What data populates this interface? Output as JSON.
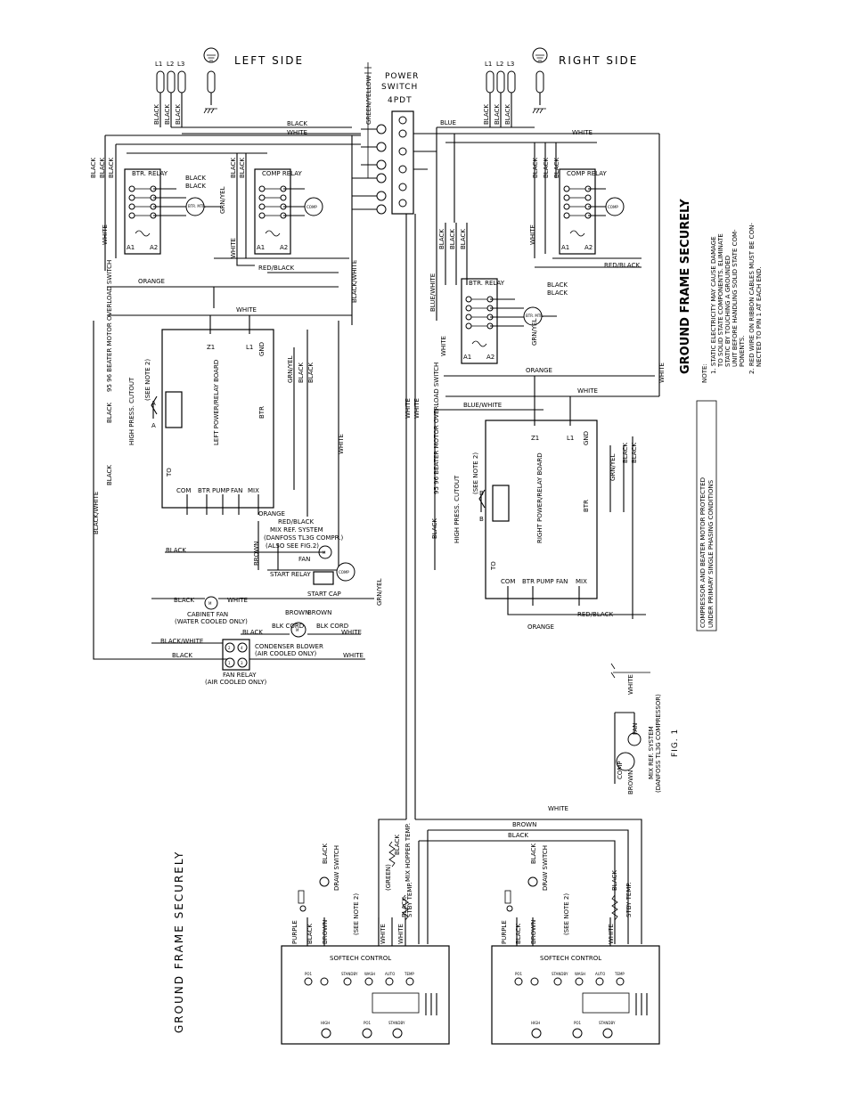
{
  "sides": {
    "left": "LEFT SIDE",
    "right": "RIGHT SIDE"
  },
  "lines": {
    "l1": "L1",
    "l2": "L2",
    "l3": "L3"
  },
  "power_switch": {
    "line1": "POWER",
    "line2": "SWITCH",
    "line3": "4PDT"
  },
  "wires": {
    "black": "BLACK",
    "white": "WHITE",
    "orange": "ORANGE",
    "blue": "BLUE",
    "red_black": "RED/BLACK",
    "black_white": "BLACK/WHITE",
    "blue_white": "BLUE/WHITE",
    "green_yellow": "GREEN/YELLOW",
    "grn_yel": "GRN/YEL",
    "brown": "BROWN",
    "purple": "PURPLE"
  },
  "relays": {
    "btr": "BTR. RELAY",
    "comp": "COMP RELAY",
    "a1": "A1",
    "a2": "A2"
  },
  "motors": {
    "btr_mtr": "BTR. MTR.",
    "comp": "COMP",
    "m": "M"
  },
  "boards": {
    "left": "LEFT POWER/RELAY BOARD",
    "right": "RIGHT POWER/RELAY BOARD",
    "terminals": [
      "COM",
      "BTR",
      "PUMP",
      "FAN",
      "MIX"
    ],
    "z1": "Z1",
    "l1": "L1",
    "gnd": "GND",
    "btr": "BTR",
    "to": "TO"
  },
  "protection": {
    "overload_left": "95 96 BEATER MOTOR OVERLOAD SWITCH",
    "overload_right": "95 96 BEATER MOTOR OVERLOAD SWITCH",
    "see_note2": "(SEE NOTE 2)",
    "high_press": "HIGH PRESS. CUTOUT",
    "a": "A",
    "b": "B"
  },
  "mix_system": {
    "line1": "MIX REF. SYSTEM",
    "line2": "(DANFOSS TL3G COMPR.)",
    "line3": "(ALSO SEE FIG.2)",
    "fan": "FAN",
    "start_relay": "START RELAY",
    "start_cap": "START CAP"
  },
  "cabinet_fan": {
    "label": "CABINET FAN",
    "sub": "(WATER COOLED ONLY)"
  },
  "condenser": {
    "label": "CONDENSER BLOWER",
    "sub": "(AIR COOLED ONLY)",
    "blk_cord": "BLK CORD"
  },
  "fan_relay": {
    "label": "FAN RELAY",
    "sub": "(AIR COOLED ONLY)",
    "pins": [
      "2",
      "4",
      "1",
      "3"
    ]
  },
  "control": {
    "title": "SOFTECH CONTROL",
    "switch_top": [
      "PO1",
      "STANDBY",
      "WASH",
      "AUTO",
      "TEMP"
    ],
    "knob_bottom": [
      "HIGH",
      "PO1",
      "STANDBY"
    ]
  },
  "sensors": {
    "draw_switch": "DRAW SWITCH",
    "mix_hopper_temp": "MIX HOPPER TEMP.",
    "stby_temp": "STBY TEMP.",
    "green_val": "(GREEN)"
  },
  "ground_frame": "GROUND FRAME SECURELY",
  "phasing_notice": {
    "line1": "COMPRESSOR AND BEATER MOTOR PROTECTED",
    "line2": "UNDER PRIMARY SINGLE PHASING CONDITIONS"
  },
  "notes": {
    "heading": "NOTE:",
    "n1a": "1.  STATIC ELECTRICITY MAY CAUSE DAMAGE",
    "n1b": "TO SOLID STATE COMPONENTS.  ELIMINATE",
    "n1c": "STATIC BY TOUCHING A GROUNDED",
    "n1d": "UNIT BEFORE HANDLING SOLID STATE COM-",
    "n1e": "PONENTS.",
    "n2a": "2.  RED WIRE ON RIBBON CABLES MUST BE CON-",
    "n2b": "NECTED TO PIN 1 AT EACH END."
  },
  "fig1": {
    "label": "FIG. 1",
    "l1": "MIX REF. SYSTEM",
    "l2": "(DANFOSS TL3G COMPRESSOR)",
    "comp": "COMP",
    "fan": "FAN",
    "white": "WHITE",
    "brown": "BROWN"
  }
}
